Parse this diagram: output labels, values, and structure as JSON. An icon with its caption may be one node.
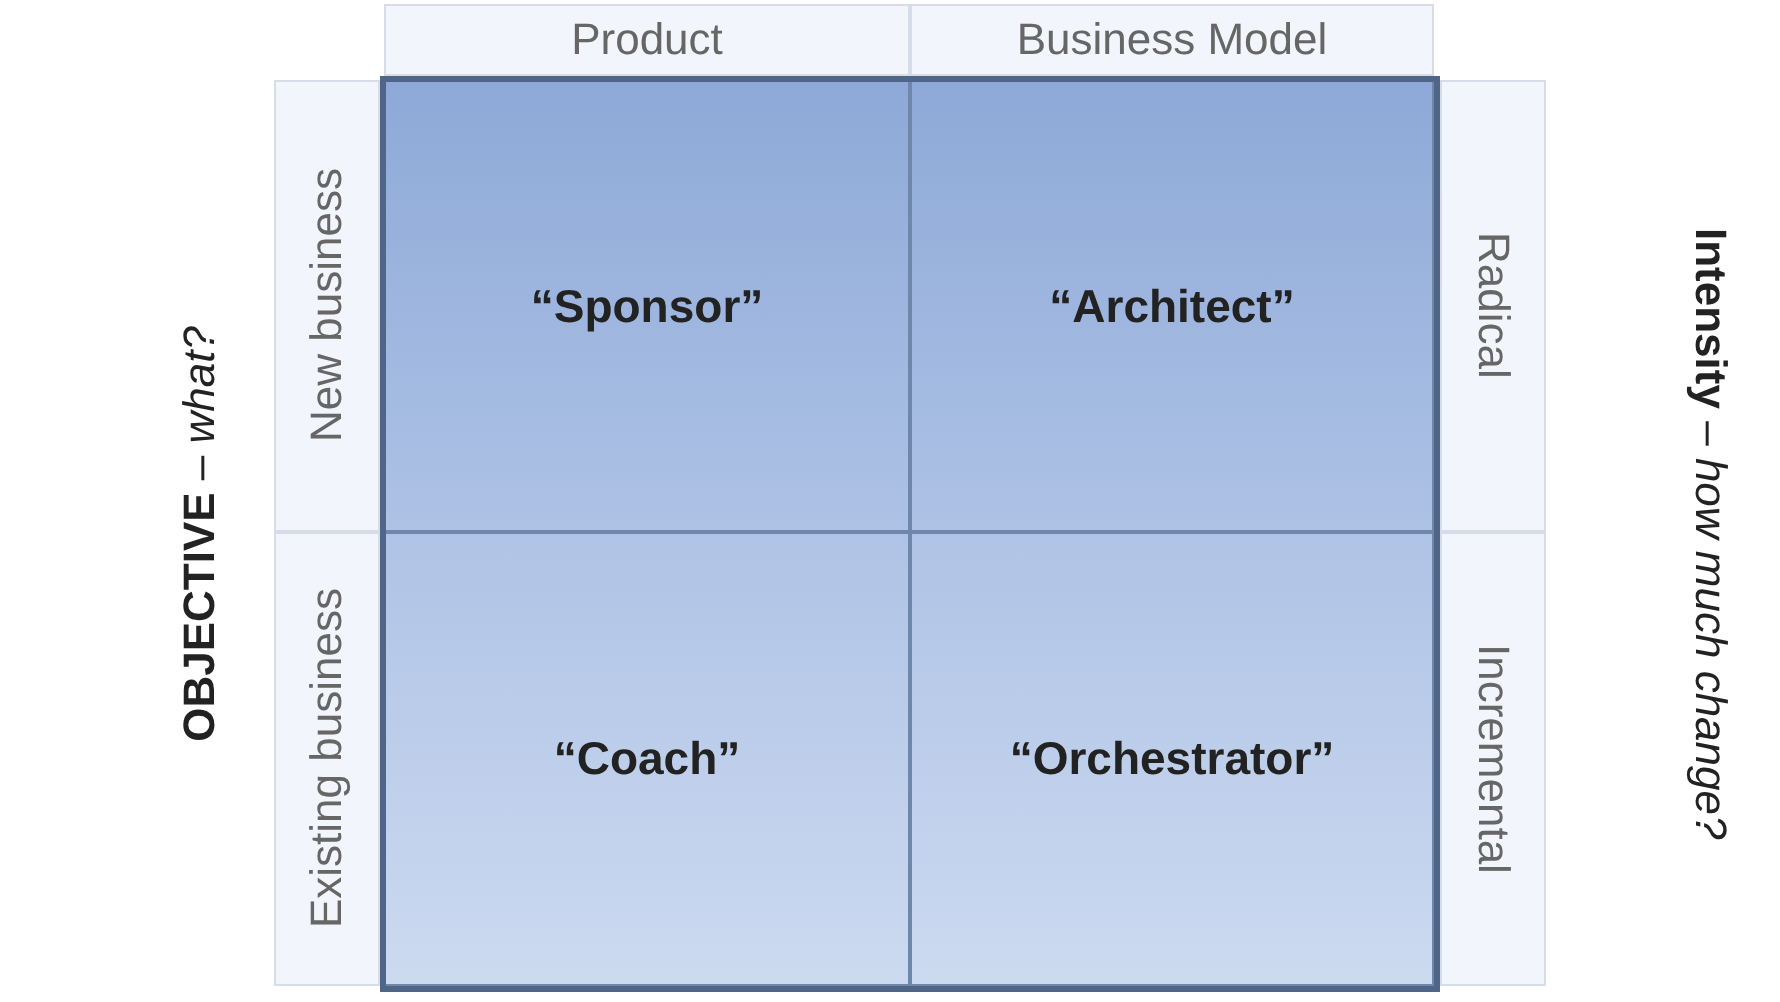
{
  "diagram": {
    "nodes": [
      {
        "text": [
          "Product"
        ]
      },
      {
        "text": [
          "Business Model"
        ]
      },
      {
        "text": [
          "New business"
        ]
      },
      {
        "text": [
          "“Sponsor”"
        ]
      },
      {
        "text": [
          "“Architect”"
        ]
      },
      {
        "text": [
          "Radical"
        ]
      },
      {
        "text": [
          "Existing business"
        ]
      },
      {
        "text": [
          "“Coach”"
        ]
      },
      {
        "text": [
          "“Orchestrator”"
        ]
      },
      {
        "text": [
          "Incremental"
        ]
      }
    ],
    "labels": [
      "**OBJECTIVE** – *what?*",
      "**Intensity** – *how much change?*"
    ]
  }
}
